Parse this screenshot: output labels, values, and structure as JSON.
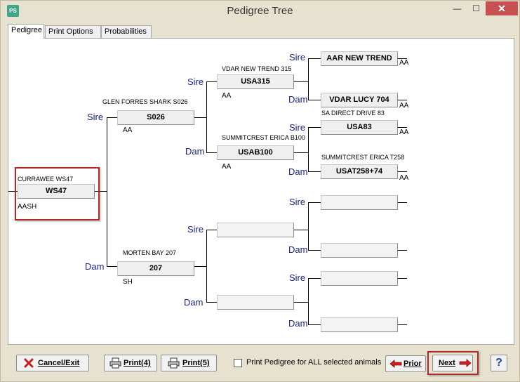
{
  "window": {
    "title": "Pedigree Tree",
    "app_icon_text": "PS",
    "minimize_glyph": "—",
    "maximize_glyph": "☐",
    "close_glyph": "✕"
  },
  "tabs": [
    {
      "label": "Pedigree",
      "active": true
    },
    {
      "label": "Print Options",
      "active": false
    },
    {
      "label": "Probabilities",
      "active": false
    }
  ],
  "tree": {
    "sire_label": "Sire",
    "dam_label": "Dam",
    "subject": {
      "name": "CURRAWEE WS47",
      "code": "WS47",
      "tag": "AASH"
    },
    "sire": {
      "name": "GLEN FORRES  SHARK S026",
      "code": "S026",
      "tag": "AA"
    },
    "dam": {
      "name": "MORTEN BAY 207",
      "code": "207",
      "tag": "SH"
    },
    "sire_sire": {
      "name": "VDAR NEW TREND 315",
      "code": "USA315",
      "tag": "AA"
    },
    "sire_dam": {
      "name": "SUMMITCREST ERICA B100",
      "code": "USAB100",
      "tag": "AA"
    },
    "dam_sire": {
      "name": "",
      "code": "",
      "tag": ""
    },
    "dam_dam": {
      "name": "",
      "code": "",
      "tag": ""
    },
    "ss_sire": {
      "name": "",
      "code": "AAR NEW TREND",
      "tag": "AA"
    },
    "ss_dam": {
      "name": "",
      "code": "VDAR LUCY 704",
      "tag": "AA"
    },
    "sd_sire": {
      "name": "SA DIRECT DRIVE 83",
      "code": "USA83",
      "tag": "AA"
    },
    "sd_dam": {
      "name": "SUMMITCREST ERICA T258",
      "code": "USAT258+74",
      "tag": "AA"
    },
    "ds_sire": {
      "code": ""
    },
    "ds_dam": {
      "code": ""
    },
    "dd_sire": {
      "code": ""
    },
    "dd_dam": {
      "code": ""
    }
  },
  "footer": {
    "cancel_label": "Cancel/Exit",
    "print4_label": "Print(4)",
    "print5_label": "Print(5)",
    "print_all_label": "Print Pedigree for ALL selected animals",
    "print_all_checked": false,
    "prior_label": "Prior",
    "next_label": "Next",
    "help_label": "?"
  },
  "colors": {
    "highlight": "#b02a2a",
    "side_label": "#1b2385",
    "window_bg": "#e6e2cf",
    "close_button": "#c75050"
  },
  "icons": {
    "cancel": "red-x-icon",
    "print": "printer-icon",
    "prior": "red-left-arrow-icon",
    "next": "red-right-arrow-icon",
    "help": "question-mark-icon"
  }
}
